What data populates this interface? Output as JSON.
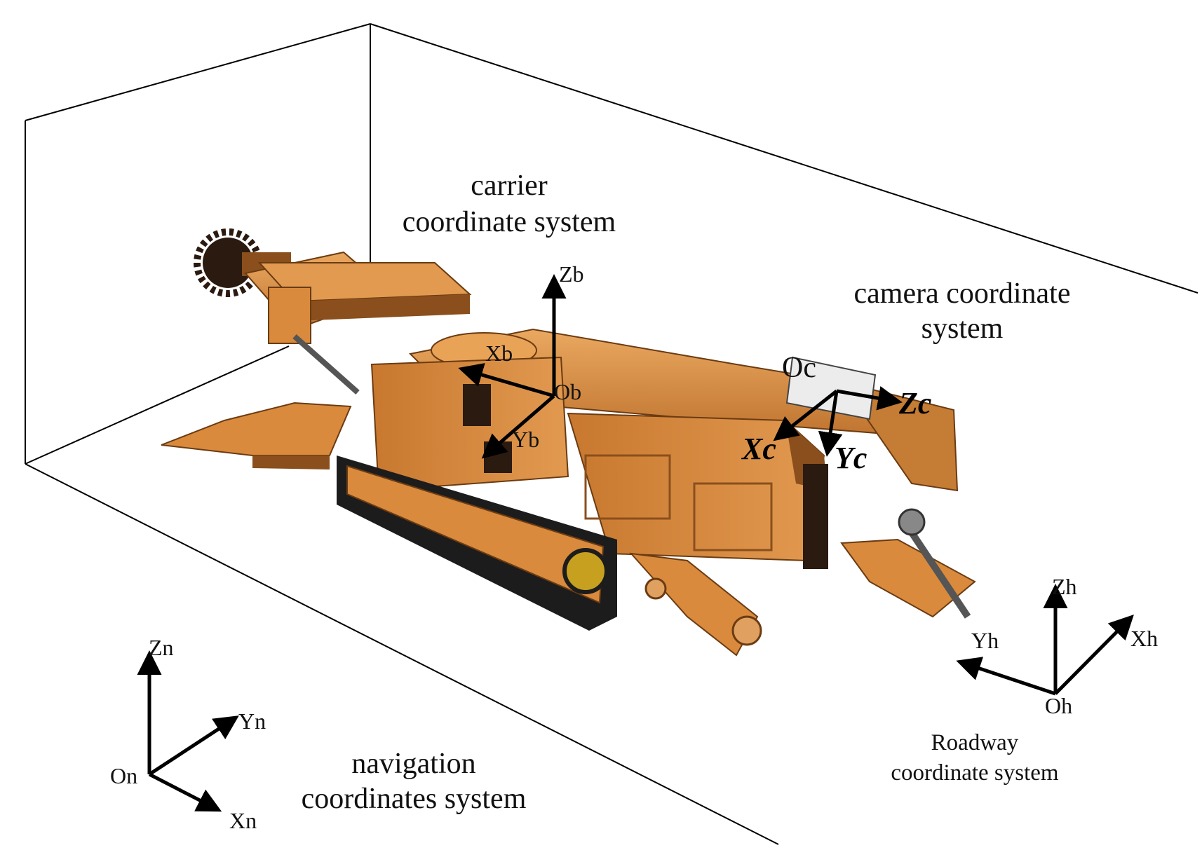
{
  "labels": {
    "carrier_title_1": "carrier",
    "carrier_title_2": "coordinate system",
    "camera_title_1": "camera coordinate",
    "camera_title_2": "system",
    "navigation_title_1": "navigation",
    "navigation_title_2": "coordinates system",
    "roadway_title_1": "Roadway",
    "roadway_title_2": "coordinate system"
  },
  "axes": {
    "carrier": {
      "origin": "Ob",
      "x": "Xb",
      "y": "Yb",
      "z": "Zb"
    },
    "camera": {
      "origin": "Oc",
      "x": "Xc",
      "y": "Yc",
      "z": "Zc"
    },
    "navigation": {
      "origin": "On",
      "x": "Xn",
      "y": "Yn",
      "z": "Zn"
    },
    "roadway": {
      "origin": "Oh",
      "x": "Xh",
      "y": "Yh",
      "z": "Zh"
    }
  },
  "colors": {
    "machine_body": "#d98a3c",
    "machine_shadow": "#8a4f1c",
    "machine_dark": "#2b1a10",
    "machine_highlight": "#eaa860",
    "track": "#1c1c1c",
    "camera_box": "#ececec",
    "ink": "#000000"
  }
}
